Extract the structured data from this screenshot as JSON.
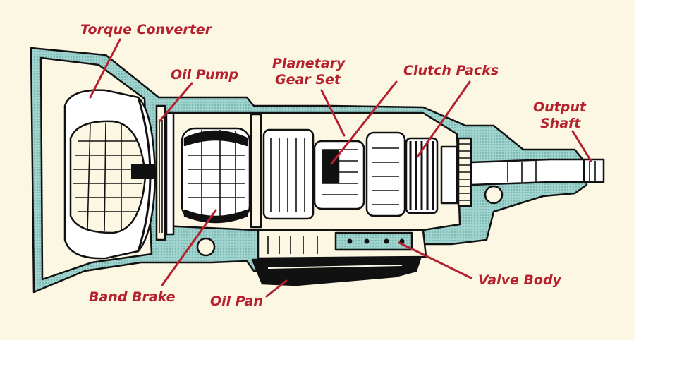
{
  "colors": {
    "background": "#fbf7e3",
    "page": "#ffffff",
    "ink": "#111111",
    "teal": "#9fd3cd",
    "label": "#b5202e"
  },
  "labels": {
    "torque_converter": "Torque Converter",
    "oil_pump": "Oil Pump",
    "planetary_line1": "Planetary",
    "planetary_line2": "Gear Set",
    "clutch_packs": "Clutch Packs",
    "output_line1": "Output",
    "output_line2": "Shaft",
    "valve_body": "Valve Body",
    "band_brake": "Band Brake",
    "oil_pan": "Oil Pan"
  }
}
